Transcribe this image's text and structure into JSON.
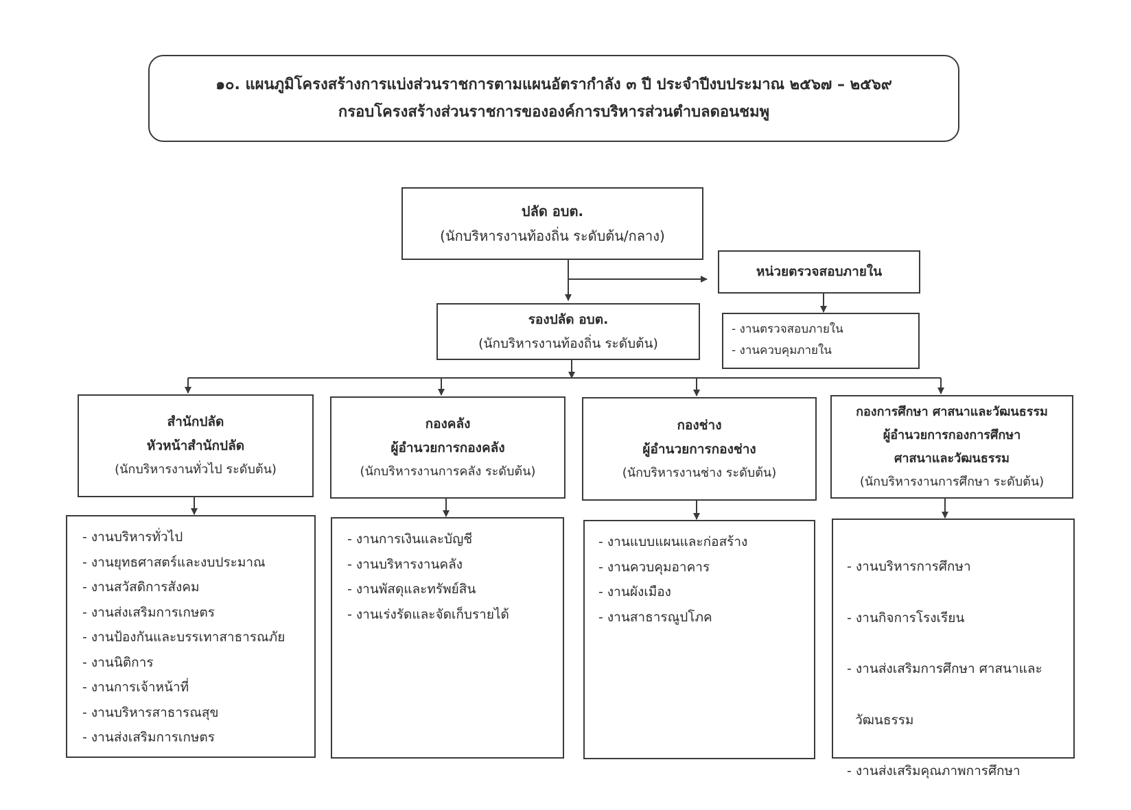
{
  "header": {
    "line1": "๑๐. แผนภูมิโครงสร้างการแบ่งส่วนราชการตามแผนอัตรากำลัง ๓ ปี ประจำปีงบประมาณ ๒๕๖๗ – ๒๕๖๙",
    "line2": "กรอบโครงสร้างส่วนราชการขององค์การบริหารส่วนตำบลดอนชมพู"
  },
  "chief": {
    "title": "ปลัด อบต.",
    "subtitle": "(นักบริหารงานท้องถิ่น ระดับต้น/กลาง)"
  },
  "audit": {
    "title": "หน่วยตรวจสอบภายใน",
    "tasks": [
      "- งานตรวจสอบภายใน",
      "- งานควบคุมภายใน"
    ]
  },
  "deputy": {
    "title": "รองปลัด อบต.",
    "subtitle": "(นักบริหารงานท้องถิ่น ระดับต้น)"
  },
  "divisions": [
    {
      "lines": [
        "สำนักปลัด",
        "หัวหน้าสำนักปลัด"
      ],
      "subtitle": "(นักบริหารงานทั่วไป ระดับต้น)",
      "tasks": [
        "- งานบริหารทั่วไป",
        "- งานยุทธศาสตร์และงบประมาณ",
        "- งานสวัสดิการสังคม",
        "- งานส่งเสริมการเกษตร",
        "- งานป้องกันและบรรเทาสาธารณภัย",
        "- งานนิติการ",
        "- งานการเจ้าหน้าที่",
        "- งานบริหารสาธารณสุข",
        "- งานส่งเสริมการเกษตร"
      ]
    },
    {
      "lines": [
        "กองคลัง",
        "ผู้อำนวยการกองคลัง"
      ],
      "subtitle": "(นักบริหารงานการคลัง ระดับต้น)",
      "tasks": [
        "- งานการเงินและบัญชี",
        "- งานบริหารงานคลัง",
        "- งานพัสดุและทรัพย์สิน",
        "- งานเร่งรัดและจัดเก็บรายได้"
      ]
    },
    {
      "lines": [
        "กองช่าง",
        "ผู้อำนวยการกองช่าง"
      ],
      "subtitle": "(นักบริหารงานช่าง ระดับต้น)",
      "tasks": [
        "- งานแบบแผนและก่อสร้าง",
        "- งานควบคุมอาคาร",
        "- งานผังเมือง",
        "- งานสาธารณูปโภค"
      ]
    },
    {
      "lines": [
        "กองการศึกษา ศาสนาและวัฒนธรรม",
        "ผู้อำนวยการกองการศึกษา",
        "ศาสนาและวัฒนธรรม"
      ],
      "subtitle": "(นักบริหารงานการศึกษา ระดับต้น)",
      "tasks": [
        "- งานบริหารการศึกษา",
        "- งานกิจการโรงเรียน",
        "- งานส่งเสริมการศึกษา ศาสนาและ",
        "  วัฒนธรรม",
        "- งานส่งเสริมคุณภาพการศึกษา"
      ]
    }
  ]
}
